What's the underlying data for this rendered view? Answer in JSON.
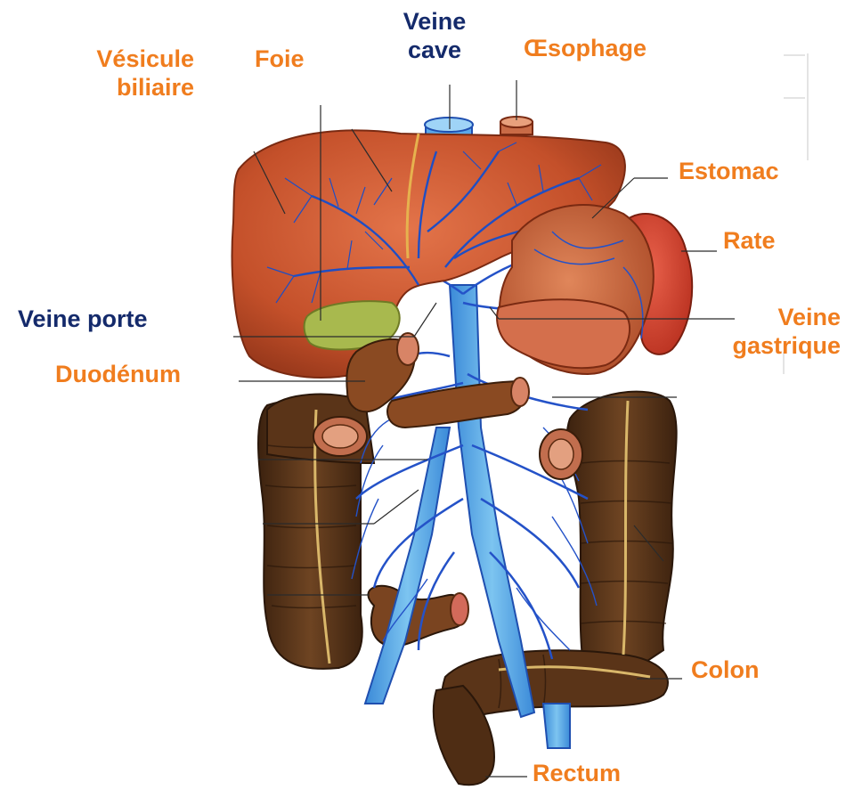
{
  "colors": {
    "label_orange": "#f07d1e",
    "label_navy": "#142a6b",
    "liver": "#c8542b",
    "vein_blue": "#2b5fd6",
    "vein_light": "#6fb8ea",
    "colon_brown": "#5a3418",
    "gallbladder_green": "#9bb04a"
  },
  "labels": {
    "vesicule_line1": "Vésicule",
    "vesicule_line2": "biliaire",
    "foie": "Foie",
    "veine_cave_line1": "Veine",
    "veine_cave_line2": "cave",
    "oesophage": "Œsophage",
    "estomac": "Estomac",
    "rate": "Rate",
    "veine_porte": "Veine porte",
    "veine_gastrique_line1": "Veine",
    "veine_gastrique_line2": "gastrique",
    "duodenum": "Duodénum",
    "colon": "Colon",
    "rectum": "Rectum"
  }
}
